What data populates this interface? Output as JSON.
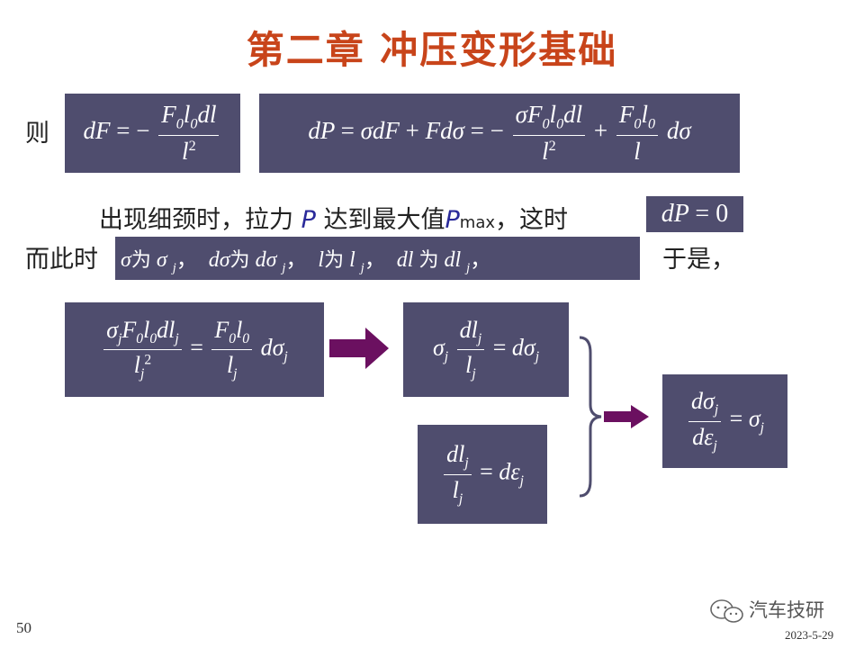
{
  "title": "第二章  冲压变形基础",
  "line1": {
    "prefix": "则"
  },
  "line2": {
    "text_a": "出现细颈时，拉力 ",
    "P": "P",
    "text_b": " 达到最大值",
    "Pmax_base": "P",
    "Pmax_sub": "max",
    "text_c": "，这时"
  },
  "line3": {
    "prefix": "而此时",
    "suffix": "于是，",
    "box_text": "σ为 σ j， dσ为 dσ j， l为 l j， dl 为 dl j，"
  },
  "footer": {
    "page_number": "50",
    "watermark": "汽车技研",
    "date": "2023-5-29"
  },
  "colors": {
    "title": "#c8441a",
    "box_bg": "#4f4d6e",
    "arrow": "#6b1060"
  }
}
